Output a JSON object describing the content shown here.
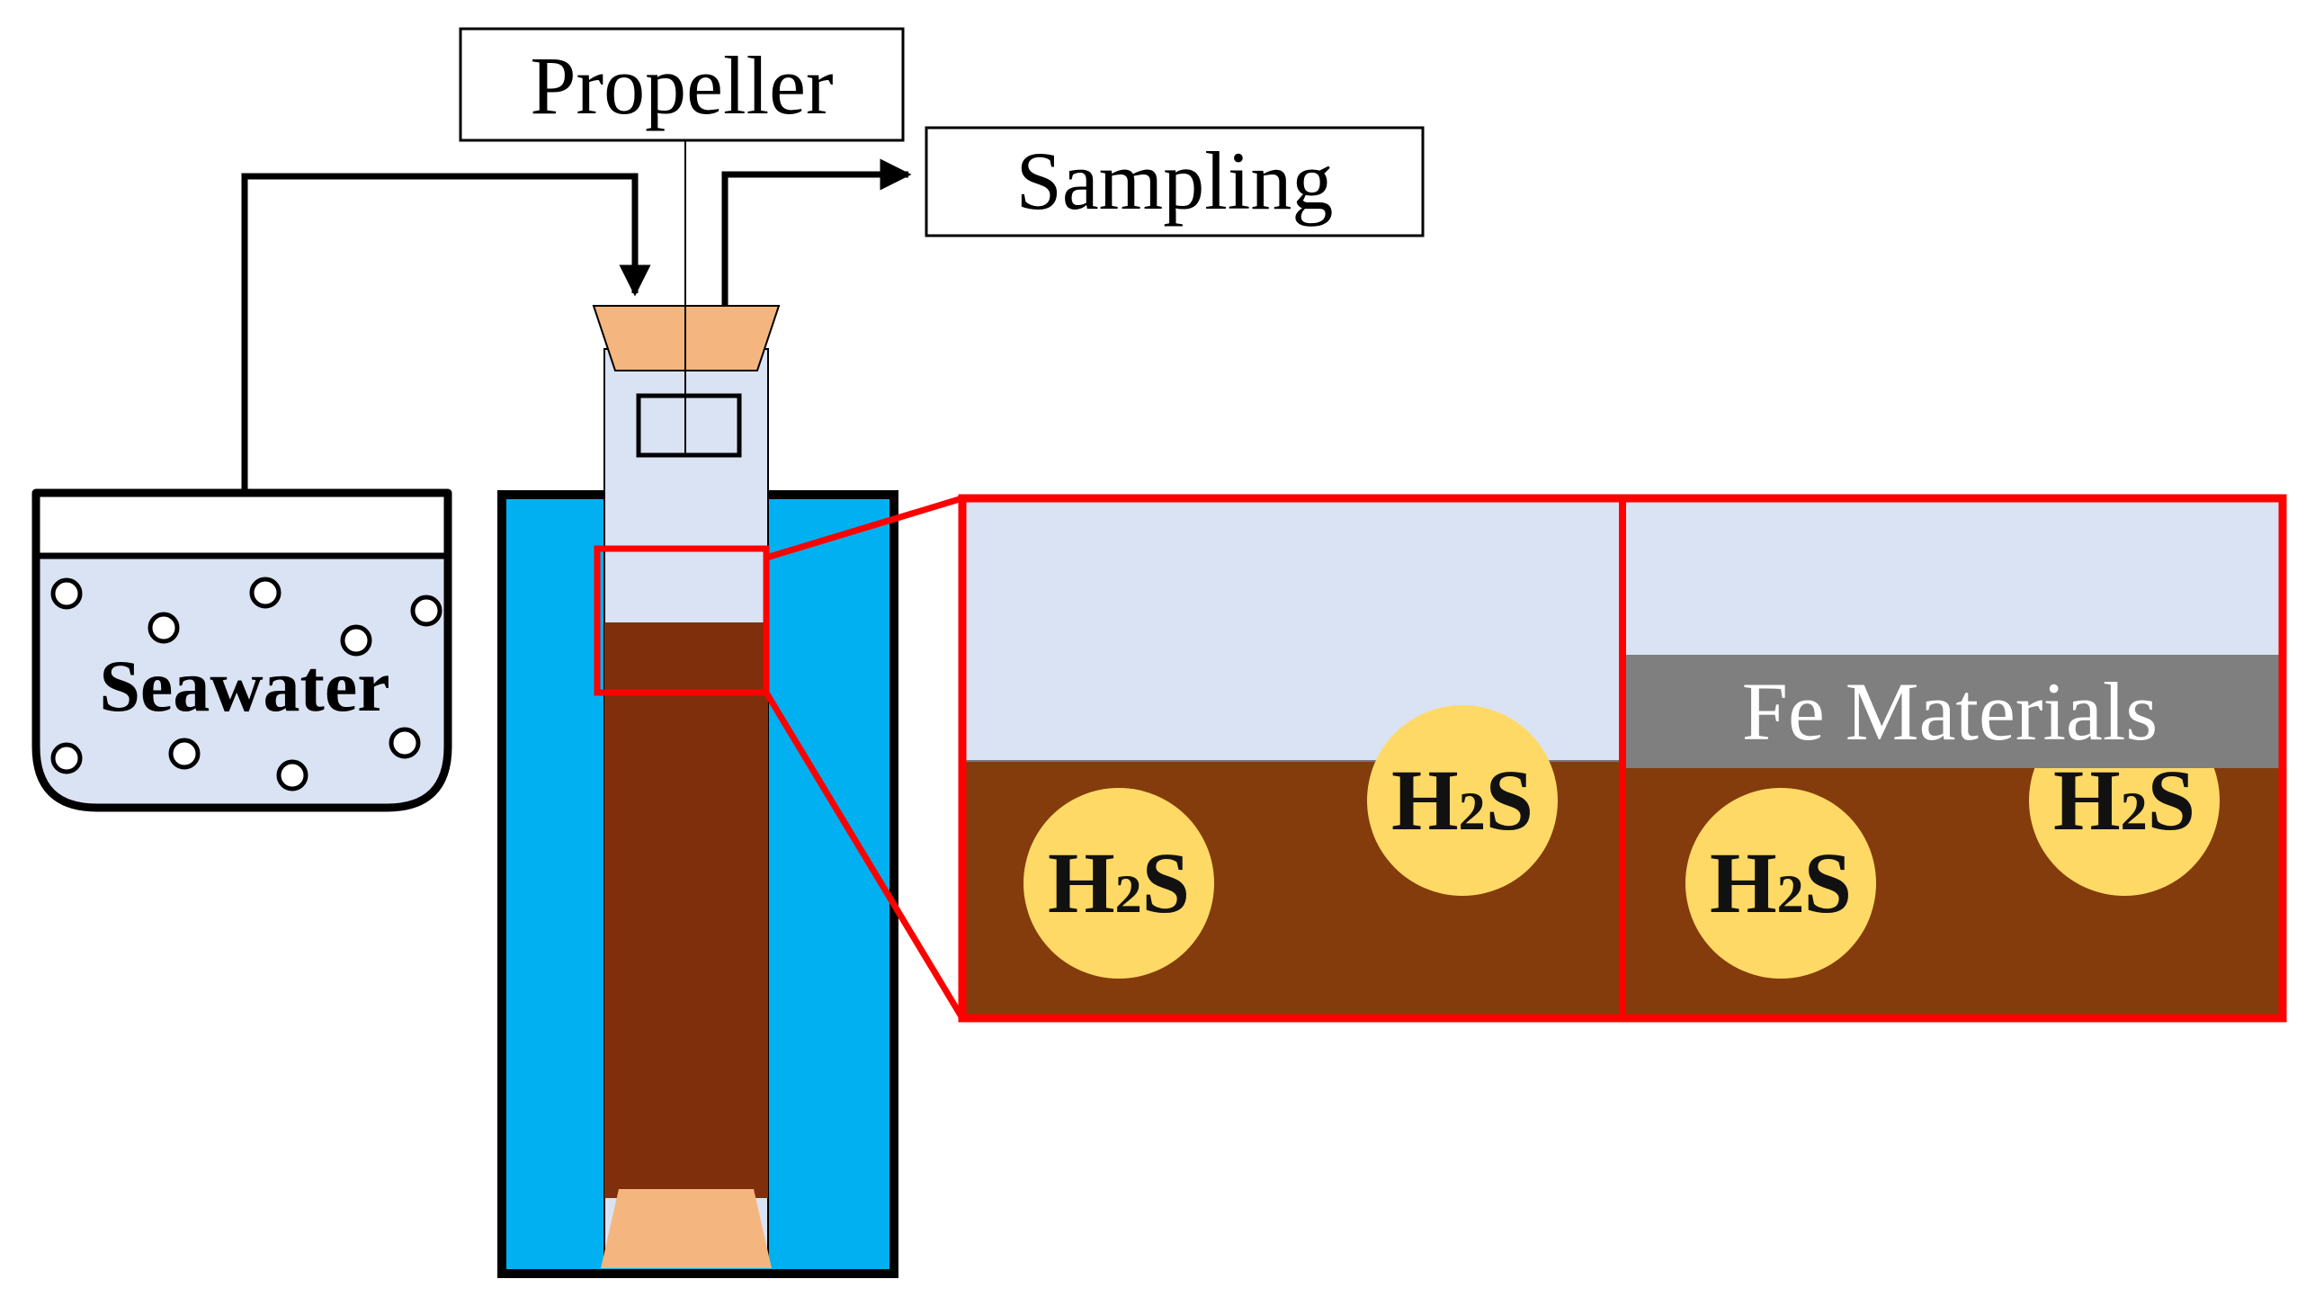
{
  "labels": {
    "propeller": "Propeller",
    "sampling": "Sampling",
    "seawater": "Seawater",
    "fe_materials": "Fe Materials",
    "h2s_main": "H",
    "h2s_sub": "2",
    "h2s_tail": "S"
  },
  "colors": {
    "water_light": "#dae3f3",
    "sediment": "#843c0c",
    "column_sediment": "#7f2f0c",
    "jacket_blue": "#00b0f0",
    "stopper": "#f4b67e",
    "zoom_frame": "#ff0000",
    "h2s_bubble": "#ffd966",
    "fe_layer": "#7f7f7f",
    "line": "#000000"
  }
}
